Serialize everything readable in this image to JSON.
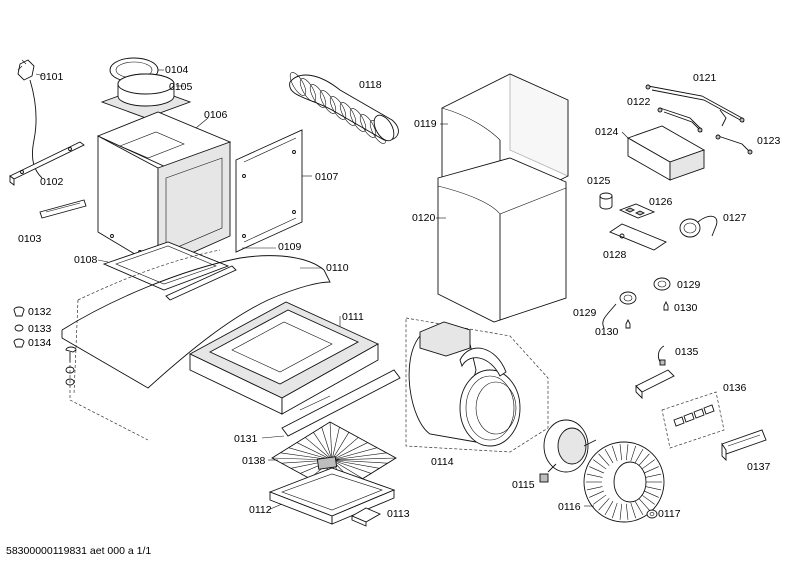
{
  "diagram": {
    "parts": [
      {
        "number": "0101"
      },
      {
        "number": "0102"
      },
      {
        "number": "0103"
      },
      {
        "number": "0104"
      },
      {
        "number": "0105"
      },
      {
        "number": "0106"
      },
      {
        "number": "0107"
      },
      {
        "number": "0108"
      },
      {
        "number": "0109"
      },
      {
        "number": "0110"
      },
      {
        "number": "0111"
      },
      {
        "number": "0112"
      },
      {
        "number": "0113"
      },
      {
        "number": "0114"
      },
      {
        "number": "0115"
      },
      {
        "number": "0116"
      },
      {
        "number": "0117"
      },
      {
        "number": "0118"
      },
      {
        "number": "0119"
      },
      {
        "number": "0120"
      },
      {
        "number": "0121"
      },
      {
        "number": "0122"
      },
      {
        "number": "0123"
      },
      {
        "number": "0124"
      },
      {
        "number": "0125"
      },
      {
        "number": "0126"
      },
      {
        "number": "0127"
      },
      {
        "number": "0128"
      },
      {
        "number": "0129"
      },
      {
        "number": "0129"
      },
      {
        "number": "0130"
      },
      {
        "number": "0130"
      },
      {
        "number": "0131"
      },
      {
        "number": "0132"
      },
      {
        "number": "0133"
      },
      {
        "number": "0134"
      },
      {
        "number": "0135"
      },
      {
        "number": "0136"
      },
      {
        "number": "0137"
      },
      {
        "number": "0138"
      }
    ],
    "footer": "58300000119831 aet 000 a 1/1"
  }
}
